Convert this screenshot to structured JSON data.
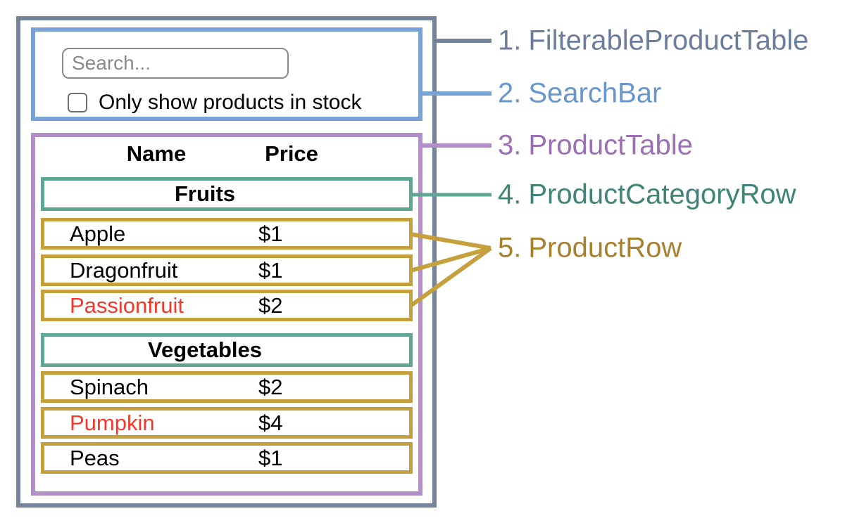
{
  "search_bar": {
    "placeholder": "Search...",
    "search_value": "",
    "checkbox_label": "Only show products in stock",
    "checkbox_checked": false
  },
  "product_table": {
    "headers": {
      "name": "Name",
      "price": "Price"
    },
    "sections": [
      {
        "category": "Fruits",
        "products": [
          {
            "name": "Apple",
            "price": "$1",
            "highlighted": false
          },
          {
            "name": "Dragonfruit",
            "price": "$1",
            "highlighted": false
          },
          {
            "name": "Passionfruit",
            "price": "$2",
            "highlighted": true
          }
        ]
      },
      {
        "category": "Vegetables",
        "products": [
          {
            "name": "Spinach",
            "price": "$2",
            "highlighted": false
          },
          {
            "name": "Pumpkin",
            "price": "$4",
            "highlighted": true
          },
          {
            "name": "Peas",
            "price": "$1",
            "highlighted": false
          }
        ]
      }
    ]
  },
  "legend": {
    "items": [
      {
        "number": "1.",
        "label": "FilterableProductTable",
        "color": "#6C7D9C"
      },
      {
        "number": "2.",
        "label": "SearchBar",
        "color": "#6795CC"
      },
      {
        "number": "3.",
        "label": "ProductTable",
        "color": "#9A6FB4"
      },
      {
        "number": "4.",
        "label": "ProductCategoryRow",
        "color": "#3F8477"
      },
      {
        "number": "5.",
        "label": "ProductRow",
        "color": "#A7812E"
      }
    ]
  },
  "colors": {
    "filterable_product_table_border": "#76839C",
    "search_bar_border": "#79A3D7",
    "product_table_border": "#B28FC9",
    "category_row_border": "#5EA795",
    "product_row_border": "#C6A03C",
    "out_of_stock_text": "#F23A2C"
  }
}
